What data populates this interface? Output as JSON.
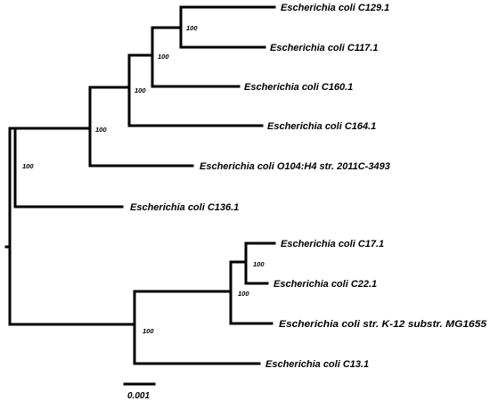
{
  "tree": {
    "taxa": [
      "Escherichia coli C129.1",
      "Escherichia coli C117.1",
      "Escherichia coli C160.1",
      "Escherichia coli C164.1",
      "Escherichia coli O104:H4 str. 2011C-3493",
      "Escherichia coli C136.1",
      "Escherichia coli C17.1",
      "Escherichia coli C22.1",
      "Escherichia coli str. K-12 substr. MG1655",
      "Escherichia coli C13.1"
    ],
    "bootstrap": [
      "100",
      "100",
      "100",
      "100",
      "100",
      "100",
      "100",
      "100"
    ],
    "scale_bar": "0.001"
  }
}
